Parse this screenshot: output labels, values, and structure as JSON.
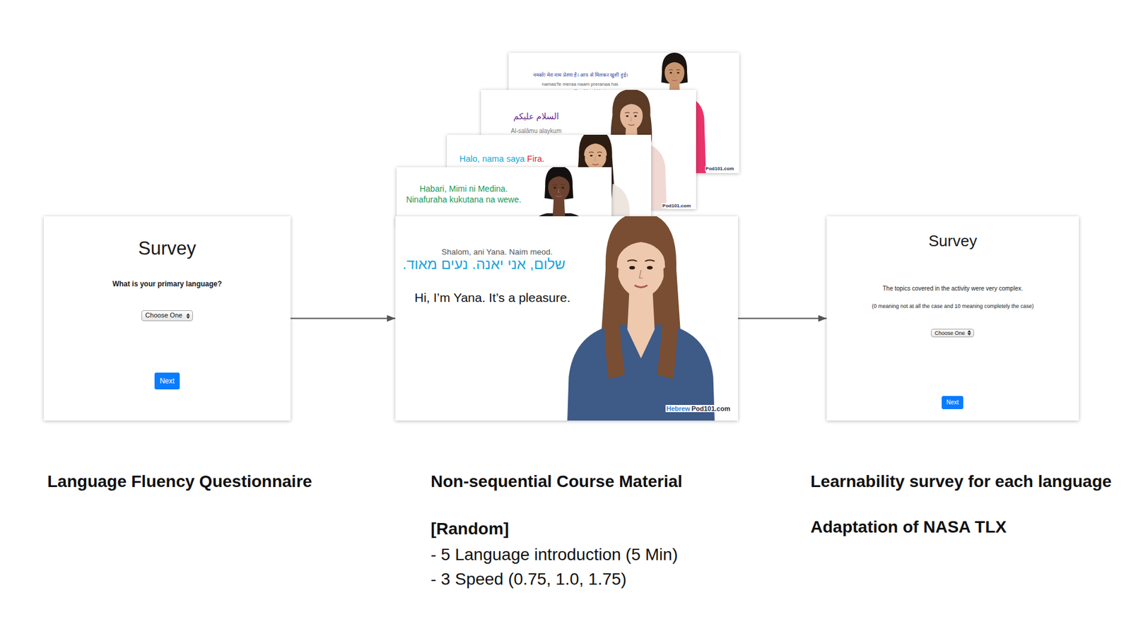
{
  "diagram": {
    "nodes": [
      {
        "text": [
          "Survey",
          "What is your primary language?"
        ]
      },
      {
        "text": [
          "Choose One"
        ],
        "in": 0
      },
      {
        "text": [
          "Next"
        ],
        "in": 0
      },
      {
        "text": [
          "नमस्ते! मेरा नाम प्रेरणा है। आप से मिलकर खुशी हुई।",
          "namasTe meraa naam preranaa hai.",
          "aap se milkar khushi hui.",
          "Pod101.com"
        ]
      },
      {
        "text": [
          "السلام عليكم",
          "Al-salāmu alaykum",
          "Pod101.com"
        ]
      },
      {
        "text": [
          "Halo, nama saya",
          "Fira."
        ]
      },
      {
        "text": [
          "Habari, Mimi ni Medina.",
          "Ninafuraha kukutana na wewe."
        ]
      },
      {
        "text": [
          "Shalom, ani Yana. Naim meod.",
          "שלום, אני יאנה. נעים מאוד.",
          "Hi, I’m Yana. It’s a pleasure.",
          "Hebrew",
          "Pod101.com"
        ]
      },
      {
        "text": [
          "Survey",
          "The topics covered in the activity were very complex.",
          "(0 meaning not at all the case and 10 meaning completely the case)"
        ]
      },
      {
        "text": [
          "Choose One"
        ],
        "in": 8
      },
      {
        "text": [
          "Next"
        ],
        "in": 8
      }
    ],
    "edges": [
      {
        "from": 0,
        "to": 7,
        "arrow": "to"
      },
      {
        "from": 7,
        "to": 8,
        "arrow": "to"
      }
    ],
    "labels": [
      "Language Fluency Questionnaire",
      "Non-sequential Course Material",
      "[Random]",
      "- 5 Language introduction (5 Min)",
      "- 3 Speed (0.75, 1.0, 1.75)",
      "Learnability survey for each language",
      "Adaptation of NASA TLX"
    ]
  }
}
